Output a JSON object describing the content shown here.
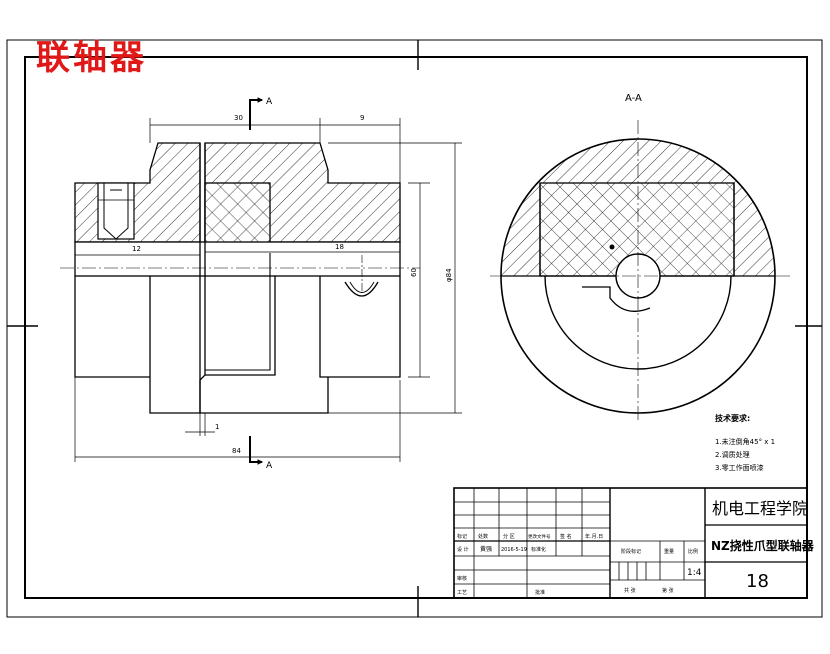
{
  "drawing": {
    "title": "联轴器",
    "section_label": "A-A",
    "section_marker": "A",
    "dimensions": {
      "top_left": "30",
      "top_right": "9",
      "shaft_left": "12",
      "shaft_right": "18",
      "height_inner": "60",
      "height_outer": "φ84",
      "gap": "1",
      "overall": "84"
    },
    "tech_req": {
      "heading": "技术要求:",
      "items": [
        "1.未注倒角45° x 1",
        "2.调质处理",
        "3.零工作面喷漆"
      ]
    }
  },
  "title_block": {
    "school": "机电工程学院",
    "part_name": "NZ挠性爪型联轴器",
    "drawing_no": "18",
    "scale": "1:4",
    "head_cols": [
      "标记",
      "处数",
      "分 区",
      "更改文件号",
      "签 名",
      "年.月.日"
    ],
    "design_row": [
      "设 计",
      "黄强",
      "2016-5-19",
      "标准化"
    ],
    "stage_label": "阶段标记",
    "weight_label": "重量",
    "scale_label": "比例",
    "review_label": "审核",
    "process_label": "工艺",
    "approve_label": "批准",
    "sheet_labels": [
      "共 张",
      "第 张"
    ]
  }
}
